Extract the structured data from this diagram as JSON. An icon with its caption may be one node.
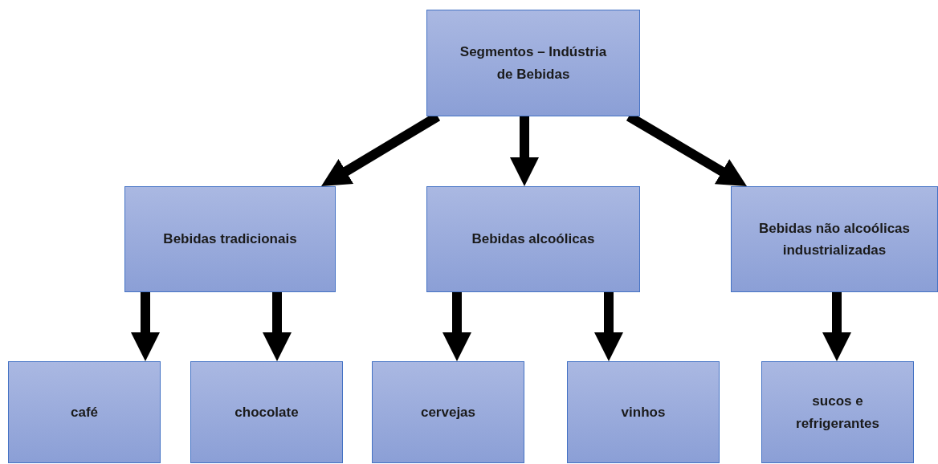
{
  "diagram": {
    "nodes": [
      {
        "text": [
          "Segmentos – Indústria de Bebidas"
        ]
      },
      {
        "text": [
          "Bebidas tradicionais"
        ]
      },
      {
        "text": [
          "Bebidas alcoólicas"
        ]
      },
      {
        "text": [
          "Bebidas não alcoólicas industrializadas"
        ]
      },
      {
        "text": [
          "café"
        ]
      },
      {
        "text": [
          "chocolate"
        ]
      },
      {
        "text": [
          "cervejas"
        ]
      },
      {
        "text": [
          "vinhos"
        ]
      },
      {
        "text": [
          "sucos e refrigerantes"
        ]
      }
    ],
    "edges": [
      {
        "from": 0,
        "to": 1,
        "arrow": "to"
      },
      {
        "from": 0,
        "to": 2,
        "arrow": "to"
      },
      {
        "from": 0,
        "to": 3,
        "arrow": "to"
      },
      {
        "from": 1,
        "to": 4,
        "arrow": "to"
      },
      {
        "from": 1,
        "to": 5,
        "arrow": "to"
      },
      {
        "from": 2,
        "to": 6,
        "arrow": "to"
      },
      {
        "from": 2,
        "to": 7,
        "arrow": "to"
      },
      {
        "from": 3,
        "to": 8,
        "arrow": "to"
      }
    ]
  }
}
